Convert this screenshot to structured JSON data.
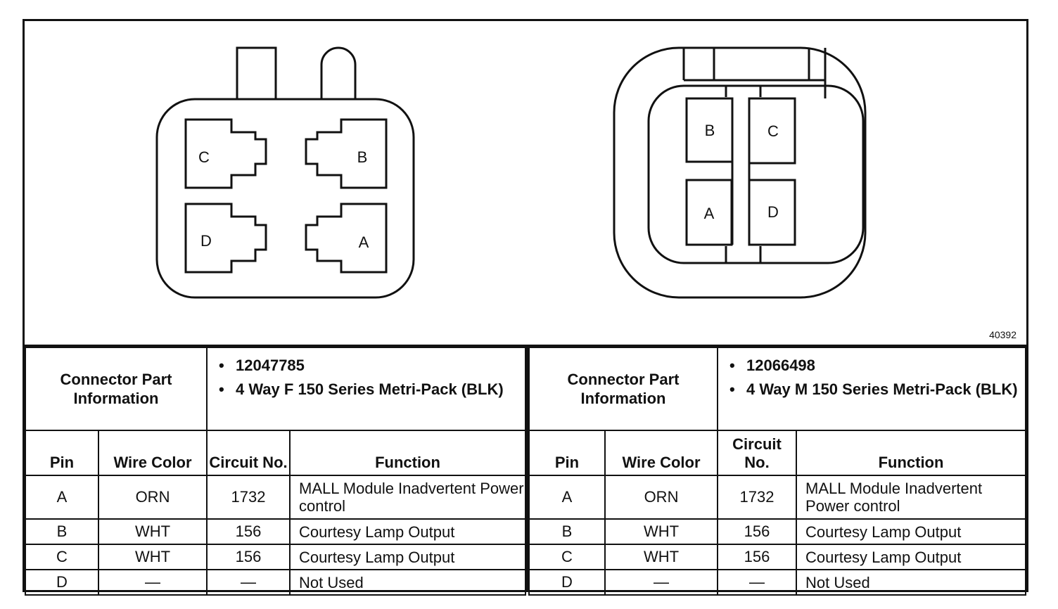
{
  "figure_id": "40392",
  "connectors": [
    {
      "info_label": "Connector Part Information",
      "part_number": "12047785",
      "description": "4 Way F 150 Series Metri-Pack (BLK)",
      "headers": {
        "pin": "Pin",
        "wire_color": "Wire Color",
        "circuit": "Circuit No.",
        "function": "Function"
      },
      "rows": [
        {
          "pin": "A",
          "wire_color": "ORN",
          "circuit": "1732",
          "function": "MALL Module Inadvertent Power control"
        },
        {
          "pin": "B",
          "wire_color": "WHT",
          "circuit": "156",
          "function": "Courtesy Lamp Output"
        },
        {
          "pin": "C",
          "wire_color": "WHT",
          "circuit": "156",
          "function": "Courtesy Lamp Output"
        },
        {
          "pin": "D",
          "wire_color": "—",
          "circuit": "—",
          "function": "Not Used"
        }
      ],
      "pin_labels": [
        "C",
        "B",
        "D",
        "A"
      ]
    },
    {
      "info_label": "Connector Part Information",
      "part_number": "12066498",
      "description": "4 Way M 150 Series Metri-Pack (BLK)",
      "headers": {
        "pin": "Pin",
        "wire_color": "Wire Color",
        "circuit": "Circuit No.",
        "function": "Function"
      },
      "rows": [
        {
          "pin": "A",
          "wire_color": "ORN",
          "circuit": "1732",
          "function": "MALL Module Inadvertent Power control"
        },
        {
          "pin": "B",
          "wire_color": "WHT",
          "circuit": "156",
          "function": "Courtesy Lamp Output"
        },
        {
          "pin": "C",
          "wire_color": "WHT",
          "circuit": "156",
          "function": "Courtesy Lamp Output"
        },
        {
          "pin": "D",
          "wire_color": "—",
          "circuit": "—",
          "function": "Not Used"
        }
      ],
      "pin_labels": [
        "B",
        "C",
        "A",
        "D"
      ]
    }
  ]
}
